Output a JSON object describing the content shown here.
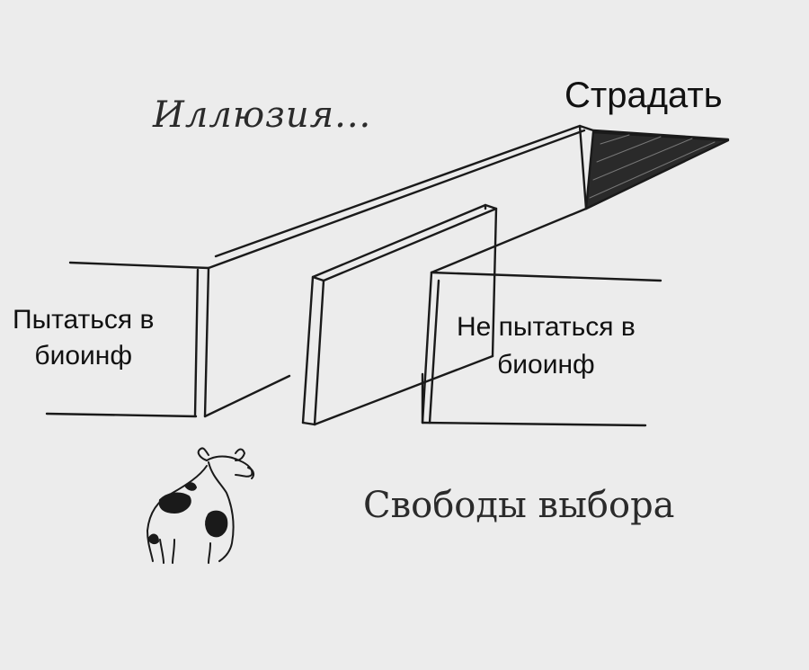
{
  "labels": {
    "suffer": "Страдать",
    "illusion": "Иллюзия...",
    "try_bioinf": "Пытаться в\nбиоинф",
    "not_try_bioinf": "Не пытаться в\nбиоинф",
    "freedom_of_choice": "Свободы выбора"
  },
  "colors": {
    "background": "#ececec",
    "ink": "#111111"
  },
  "icons": {
    "cow": "cow-drawing",
    "maze": "maze-walls-drawing"
  }
}
